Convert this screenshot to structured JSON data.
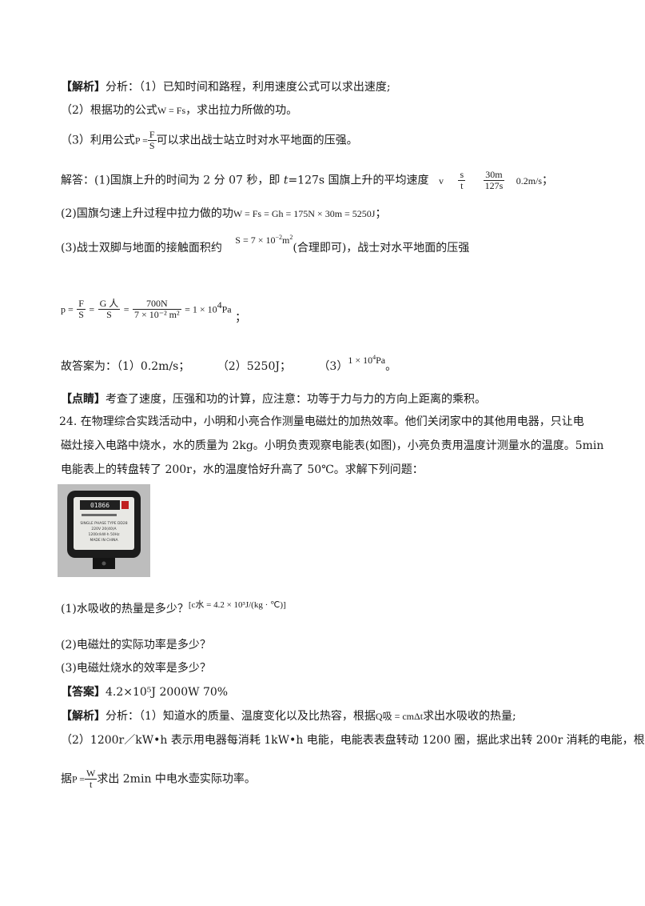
{
  "analysis1": {
    "tag": "【解析】",
    "text": "分析：（1）已知时间和路程，利用速度公式可以求出速度;",
    "line2_a": "（2）根据功的公式",
    "line2_formula": "W = Fs",
    "line2_b": "，求出拉力所做的功。",
    "line3_a": "（3）利用公式",
    "line3_lhs": "P =",
    "line3_num": "F",
    "line3_den": "S",
    "line3_b": "可以求出战士站立时对水平地面的压强。"
  },
  "solution": {
    "s1_a": "解答：(1)国旗上升的时间为 2 分 07 秒，即",
    "s1_t": "t",
    "s1_b": "=127s 国旗上升的平均速度",
    "s1_v": "v",
    "s1_f1_num": "s",
    "s1_f1_den": "t",
    "s1_f2_num": "30m",
    "s1_f2_den": "127s",
    "s1_result": "0.2m/s",
    "s1_end": "；",
    "s2_a": "(2)国旗匀速上升过程中拉力做的功",
    "s2_formula": "W = Fs = Gh = 175N × 30m = 5250J",
    "s2_end": "；",
    "s3_a": "(3)战士双脚与地面的接触面积约",
    "s3_formula_base": "S = 7 × 10",
    "s3_formula_exp": "−2",
    "s3_formula_unit": "m",
    "s3_formula_unit_exp": "2",
    "s3_b": "(合理即可)，战士对水平地面的压强",
    "p_lhs": "p =",
    "p_f1_num": "F",
    "p_f1_den": "S",
    "p_eq": "=",
    "p_f2_num": "G 人",
    "p_f2_den": "S",
    "p_f3_num": "700N",
    "p_f3_den": "7 × 10⁻² m²",
    "p_result": "= 1 × 10",
    "p_result_exp": "4",
    "p_result_unit": "Pa",
    "p_end": "；"
  },
  "answer_line": {
    "label": "故答案为：",
    "a1": "（1）0.2m/s；",
    "a2": "（2）5250J；",
    "a3": "（3）",
    "a3_val": "1 × 10",
    "a3_exp": "4",
    "a3_unit": "Pa",
    "a3_end": "。"
  },
  "comment": {
    "tag": "【点睛】",
    "text": "考查了速度，压强和功的计算，应注意：功等于力与力的方向上距离的乘积。"
  },
  "q24": {
    "line1": "24.  在物理综合实践活动中，小明和小亮合作测量电磁灶的加热效率。他们关闭家中的其他用电器，只让电",
    "line2": "磁灶接入电路中烧水，水的质量为 2kg。小明负责观察电能表(如图)，小亮负责用温度计测量水的温度。5min",
    "line3": "电能表上的转盘转了 200r，水的温度恰好升高了 50℃。求解下列问题：",
    "meter_digits": "01866",
    "meter_label1": "SINGLE PHASE TYPE DD28",
    "meter_label2": "220V    20(40)A",
    "meter_label3": "1200r/kW·h   50Hz",
    "meter_label4": "MADE IN CHINA",
    "sub1_a": "(1)水吸收的热量是多少？",
    "sub1_formula": "[c水 = 4.2 × 10³J/(kg · ℃)]",
    "sub2": "(2)电磁灶的实际功率是多少？",
    "sub3": "(3)电磁灶烧水的效率是多少？",
    "answer_tag": "【答案】",
    "answer_text": "4.2×10⁵J  2000W  70%"
  },
  "analysis2": {
    "tag": "【解析】",
    "line1_a": "分析：（1）知道水的质量、温度变化以及比热容，根据",
    "line1_formula": "Q吸 = cmΔt",
    "line1_b": "求出水吸收的热量;",
    "line2": "（2）1200r／kW•h 表示用电器每消耗 1kW•h 电能，电能表表盘转动 1200 圈，据此求出转 200r 消耗的电能，根",
    "line3_a": "据",
    "line3_lhs": "P =",
    "line3_num": "W",
    "line3_den": "t",
    "line3_b": "求出 2min 中电水壶实际功率。"
  }
}
